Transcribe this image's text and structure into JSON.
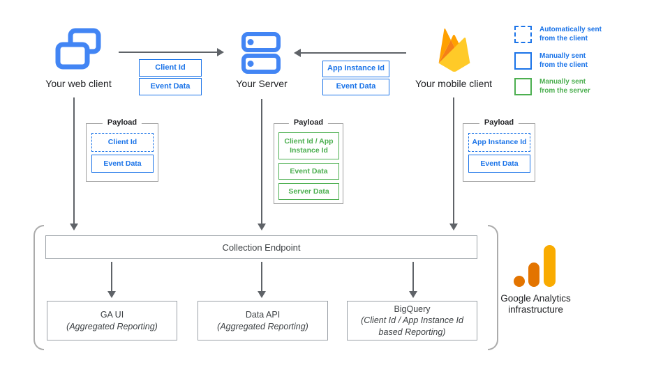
{
  "clients": {
    "web": {
      "label": "Your web client"
    },
    "server": {
      "label": "Your Server"
    },
    "mobile": {
      "label": "Your mobile client"
    }
  },
  "arrow_tags": {
    "web_to_server": [
      "Client Id",
      "Event Data"
    ],
    "mobile_to_server": [
      "App Instance Id",
      "Event Data"
    ]
  },
  "payloads": {
    "web": {
      "title": "Payload",
      "items": [
        {
          "label": "Client Id",
          "style": "dashed-blue"
        },
        {
          "label": "Event Data",
          "style": "solid-blue"
        }
      ]
    },
    "server": {
      "title": "Payload",
      "items": [
        {
          "label": "Client Id / App Instance Id",
          "style": "solid-green"
        },
        {
          "label": "Event Data",
          "style": "solid-green"
        },
        {
          "label": "Server Data",
          "style": "solid-green"
        }
      ]
    },
    "mobile": {
      "title": "Payload",
      "items": [
        {
          "label": "App Instance Id",
          "style": "dashed-blue"
        },
        {
          "label": "Event Data",
          "style": "solid-blue"
        }
      ]
    }
  },
  "legend": {
    "items": [
      {
        "label": "Automatically sent\nfrom the client",
        "style": "dashed-blue"
      },
      {
        "label": "Manually sent\nfrom the client",
        "style": "solid-blue"
      },
      {
        "label": "Manually sent\nfrom the server",
        "style": "solid-green"
      }
    ]
  },
  "infrastructure": {
    "endpoint_label": "Collection Endpoint",
    "outputs": [
      {
        "title": "GA UI",
        "subtitle": "(Aggregated Reporting)"
      },
      {
        "title": "Data API",
        "subtitle": "(Aggregated Reporting)"
      },
      {
        "title": "BigQuery",
        "subtitle": "(Client Id / App Instance Id based Reporting)"
      }
    ],
    "brand_label": "Google Analytics\ninfrastructure"
  },
  "icons": {
    "web": "browser-windows-icon",
    "server": "server-stack-icon",
    "mobile": "firebase-flame-icon",
    "brand": "google-analytics-logo"
  },
  "colors": {
    "blue": "#1A73E8",
    "icon_blue": "#4285F4",
    "green": "#4CAF50",
    "arrow_gray": "#5F6368",
    "border_gray": "#9E9E9E",
    "firebase_amber": "#FFA000",
    "firebase_orange": "#F57F17",
    "firebase_yellow": "#FFCA28",
    "ga_dark_orange": "#E37400",
    "ga_amber": "#F9AB00"
  }
}
